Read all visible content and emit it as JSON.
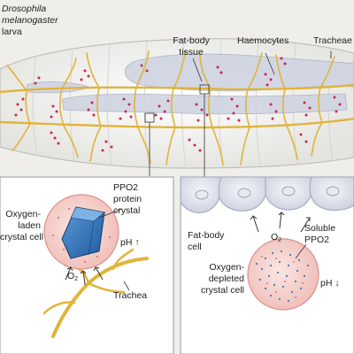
{
  "top": {
    "organism_line1": "Drosophila",
    "organism_line2": "melanogaster",
    "organism_line3": "larva",
    "fat_body_line1": "Fat-body",
    "fat_body_line2": "tissue",
    "haemocytes": "Haemocytes",
    "tracheae": "Tracheae"
  },
  "left_panel": {
    "ppo2_line1": "PPO2",
    "ppo2_line2": "protein",
    "ppo2_line3": "crystal",
    "cell_line1": "Oxygen-",
    "cell_line2": "laden",
    "cell_line3": "crystal cell",
    "ph": "pH ↑",
    "o2": "O",
    "o2_sub": "2",
    "trachea": "Trachea"
  },
  "right_panel": {
    "fat_body_line1": "Fat-body",
    "fat_body_line2": "cell",
    "o2": "O",
    "o2_sub": "2",
    "soluble_line1": "Soluble",
    "soluble_line2": "PPO2",
    "cell_line1": "Oxygen-",
    "cell_line2": "depleted",
    "cell_line3": "crystal cell",
    "ph": "pH ↓"
  },
  "colors": {
    "background": "#efeeea",
    "trachea": "#e0b43a",
    "haemocyte": "#c9274d",
    "fat_body": "#cfd4e2",
    "crystal_cell": "#f4c9c4",
    "crystal": "#2f6fb4",
    "panel_border": "#9a9a9a"
  }
}
